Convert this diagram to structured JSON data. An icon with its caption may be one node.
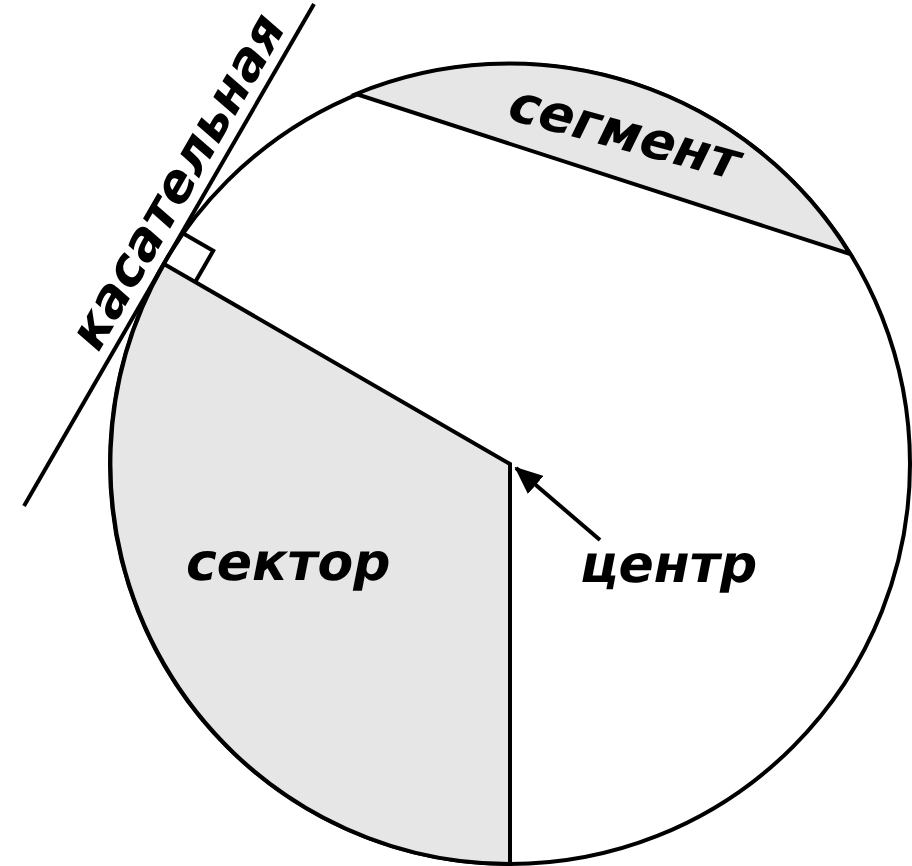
{
  "diagram": {
    "nodes": [
      {
        "text": [
          "сегмент"
        ]
      },
      {
        "text": [
          "сектор"
        ]
      },
      {
        "text": [
          "центр"
        ]
      }
    ],
    "edges": [
      {
        "from": 2,
        "to": 1,
        "arrow": "to"
      }
    ],
    "labels": [
      "касательная"
    ]
  }
}
